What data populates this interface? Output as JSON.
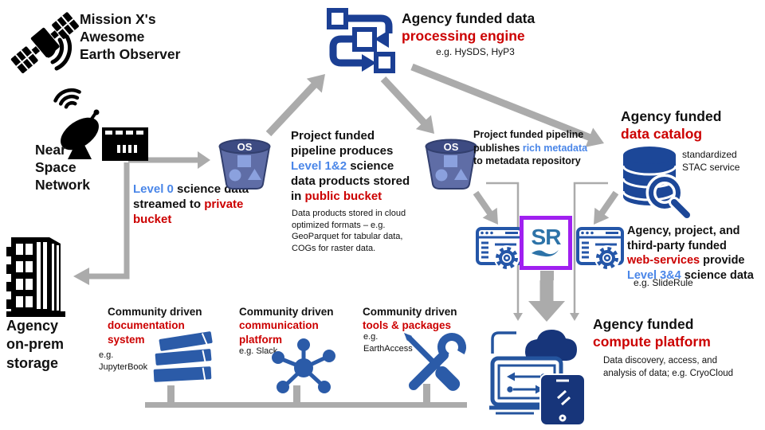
{
  "mission": {
    "line1": "Mission X's",
    "line2": "Awesome",
    "line3": "Earth Observer"
  },
  "near_space_network": {
    "line1": "Near",
    "line2": "Space",
    "line3": "Network"
  },
  "level0_note": {
    "blue": "Level 0",
    "black1": " science data",
    "black2": "streamed to ",
    "red1": "private",
    "red2": "bucket"
  },
  "onprem": {
    "line1": "Agency",
    "line2": "on-prem",
    "line3": "storage"
  },
  "processing_engine": {
    "title_black": "Agency funded data",
    "title_red": "processing engine",
    "example": "e.g. HySDS, HyP3"
  },
  "bucket_label": "OS",
  "pipeline_produces": {
    "line1": "Project funded",
    "line2": "pipeline produces",
    "line3_blue": "Level 1&2",
    "line3_black": " science",
    "line4": "data products stored",
    "line5_black": "in ",
    "line5_red": "public bucket"
  },
  "cloud_formats_note": {
    "line1": "Data products stored in cloud",
    "line2": "optimized formats – e.g.",
    "line3": "GeoParquet for tabular data,",
    "line4": "COGs for raster data."
  },
  "pipeline_publishes": {
    "line1": "Project funded pipeline",
    "line2_black": "publishes ",
    "line2_blue": "rich metadata",
    "line3": "to metadata repository"
  },
  "data_catalog": {
    "title_black": "Agency funded",
    "title_red": "data catalog",
    "sub1": "standardized",
    "sub2": "STAC service"
  },
  "web_services": {
    "line1": "Agency, project, and",
    "line2": "third-party funded",
    "line3_red": "web-services",
    "line3_black": " provide",
    "line4_blue": "Level 3&4",
    "line4_black": " science data",
    "example": "e.g. SlideRule"
  },
  "sliderule": {
    "label": "SR"
  },
  "compute_platform": {
    "title_black": "Agency funded",
    "title_red": "compute platform",
    "desc1": "Data discovery, access, and",
    "desc2": "analysis of data; e.g. CryoCloud"
  },
  "community": [
    {
      "title": "Community driven",
      "sub1": "documentation",
      "sub2": "system",
      "eg1": "e.g.",
      "eg2": "JupyterBook"
    },
    {
      "title": "Community driven",
      "sub1": "communication",
      "sub2": "platform",
      "eg1": "e.g. Slack",
      "eg2": ""
    },
    {
      "title": "Community driven",
      "sub1": "tools & packages",
      "sub2": "",
      "eg1": "e.g.",
      "eg2": "EarthAccess"
    }
  ],
  "colors": {
    "red_text": "#CC0000",
    "blue_text": "#4A86E8",
    "icon_blue": "#1c4798",
    "icon_medium_blue": "#2b5ba8",
    "bucket_body": "#5f6da6",
    "bucket_shapes": "#8ba1de",
    "connector_gray": "#ABABAB",
    "sr_purple": "#A020F0",
    "compute_navy": "#17357a"
  }
}
